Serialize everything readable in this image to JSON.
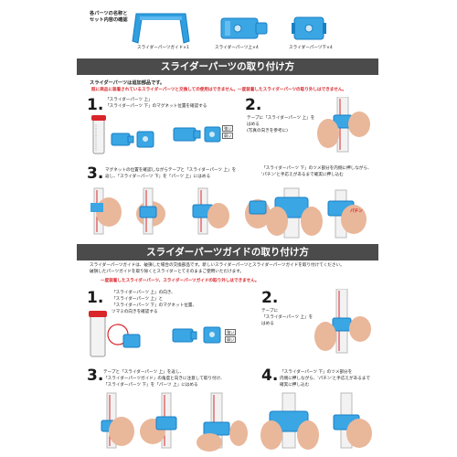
{
  "top": {
    "heading_line1": "各パーツの名称と",
    "heading_line2": "セット内容の確認",
    "parts": [
      {
        "label": "スライダーパーツガイド×1"
      },
      {
        "label": "スライダーパーツ上×4"
      },
      {
        "label": "スライダーパーツ下×4"
      }
    ]
  },
  "section1": {
    "title": "スライダーパーツの取り付け方",
    "intro": "スライダーパーツは追加部品です。",
    "warning": "既に商品に装着されているスライダーパーツと交換しての使用はできません。一度装着したスライダーパーツの取り外しはできません。",
    "step1": {
      "num": "1.",
      "line1": "「スライダーパーツ 上」",
      "line2": "「スライダーパーツ 下」のマグネット位置を確認する",
      "tag_strong": "強い",
      "tag_weak": "弱い"
    },
    "step2": {
      "num": "2.",
      "line1": "テープに「スライダーパーツ 上」を",
      "line2": "はめる",
      "line3": "(写真の向きを参考に)"
    },
    "step3": {
      "num": "3.",
      "line1": "マグネットの位置を確認しながらテープと「スライダーパーツ 上」を",
      "line2": "返し、「スライダーパーツ 下」を「パーツ 上」にはめる"
    },
    "step3b": {
      "line1": "「スライダーパーツ 下」のツメ部分を内側に押しながら、",
      "line2": "'パチン'と手応えがあるまで確実に押し込む",
      "callout": "パチン"
    }
  },
  "section2": {
    "title": "スライダーパーツガイドの取り付け方",
    "intro1": "スライダーパーツガイドは、破損した場合の交換部品です。新しいスライダーパーツとスライダーパーツガイドを取り付けてください。",
    "intro2": "破損したパーツガイドを取り除くとスライダーとてそのままご使用いただけます。",
    "warning": "一度装着したスライダーパーツ、スライダーパーツガイドの取り外しはできません。",
    "step1": {
      "num": "1.",
      "line1": "「スライダーパーツ 上」の向き、",
      "line2": "「スライダーパーツ 上」と",
      "line3": "「スライダーパーツ 下」のマグネット位置、",
      "line4": "ツマミの向きを確認する",
      "tag_strong": "強い",
      "tag_weak": "弱い"
    },
    "step2": {
      "num": "2.",
      "line1": "テープに",
      "line2": "「スライダーパーツ 上」を",
      "line3": "はめる"
    },
    "step3": {
      "num": "3.",
      "line1": "テープと「スライダーパーツ 上」を返し、",
      "line2": "「スライダーパーツガイド」の角度と向きに注意して取り付け、",
      "line3": "「スライダーパーツ 下」を「パーツ 上」にはめる"
    },
    "step4": {
      "num": "4.",
      "line1": "「スライダーパーツ 下」のツメ部分を",
      "line2": "内側に押しながら、'パチン'と手応えがあるまで",
      "line3": "確実に押し込む"
    }
  },
  "colors": {
    "blue": "#2f9fe0",
    "blue_dark": "#1b7fc4",
    "red": "#d8262b",
    "banner": "#4b4b4b",
    "skin": "#e9b79a"
  }
}
